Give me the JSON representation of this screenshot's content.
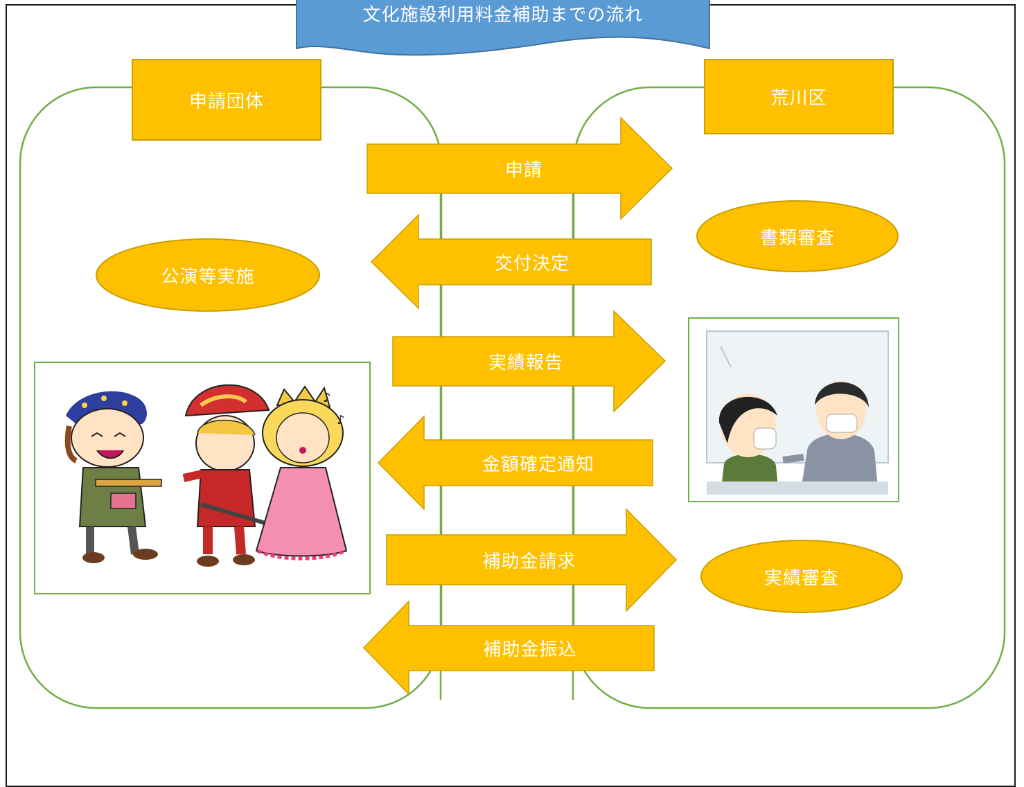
{
  "title": "文化施設利用料金補助までの流れ",
  "parties": {
    "left": "申請団体",
    "right": "荒川区"
  },
  "steps": {
    "apply": "申請",
    "decision": "交付決定",
    "report": "実績報告",
    "amount_notice": "金額確定通知",
    "claim": "補助金請求",
    "transfer": "補助金振込"
  },
  "activities": {
    "performance": "公演等実施",
    "document_review": "書類審査",
    "result_review": "実績審査"
  },
  "colors": {
    "accent": "#ffc000",
    "accent_border": "#c9a000",
    "banner": "#5b9bd5",
    "banner_border": "#41719c",
    "group_outline": "#70ad47"
  }
}
